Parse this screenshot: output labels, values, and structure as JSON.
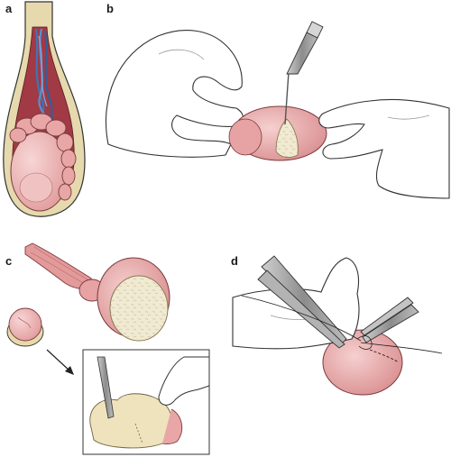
{
  "panels": [
    {
      "label": "a"
    },
    {
      "label": "b"
    },
    {
      "label": "c"
    },
    {
      "label": "d"
    }
  ],
  "colors": {
    "tissue_pink": "#e8a6a6",
    "tissue_pink_light": "#f3c6c4",
    "tissue_dark": "#a13a44",
    "scrotum_tan": "#e6d9ad",
    "vein_blue": "#3f74b5",
    "cream": "#f1e9cf",
    "glove_fill": "#ffffff",
    "instrument_gray": "#9a9a9a",
    "outline": "#333333"
  }
}
